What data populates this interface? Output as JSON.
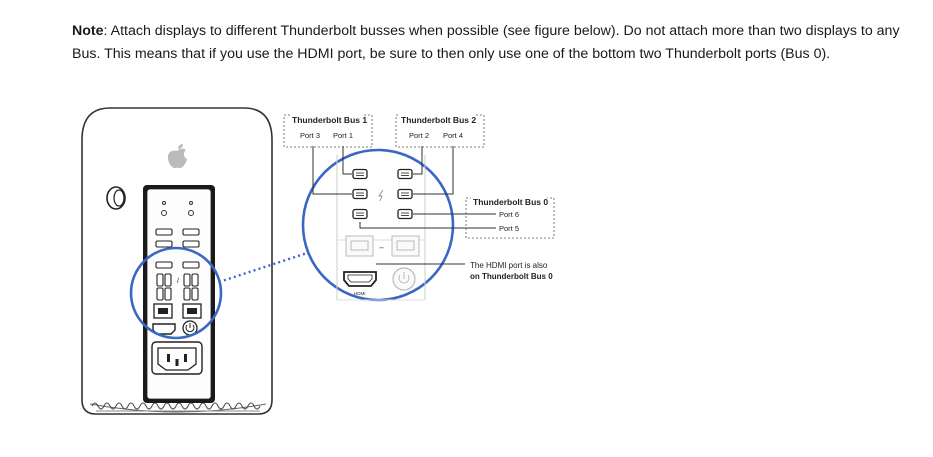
{
  "note": {
    "label": "Note",
    "text": ": Attach displays to different Thunderbolt busses when possible (see figure below). Do not attach more than two displays to any Bus. This means that if you use the HDMI port, be sure to then only use one of the bottom two Thunderbolt ports (Bus 0)."
  },
  "figure": {
    "bus1": {
      "title": "Thunderbolt Bus 1",
      "port_a": "Port 3",
      "port_b": "Port 1"
    },
    "bus2": {
      "title": "Thunderbolt Bus 2",
      "port_a": "Port 2",
      "port_b": "Port 4"
    },
    "bus0": {
      "title": "Thunderbolt Bus 0",
      "port_a": "Port 6",
      "port_b": "Port 5"
    },
    "hdmi_note_line1": "The HDMI port is also",
    "hdmi_note_line2": "on Thunderbolt Bus 0",
    "hdmi_port_label": "HDMI",
    "icons": [
      "apple-logo-icon",
      "power-icon",
      "thunderbolt-icon",
      "ethernet-icon",
      "audio-jack-icon",
      "usb-icon",
      "ac-power-icon"
    ],
    "colors": {
      "highlight": "#3a66c4",
      "line": "#333333",
      "dashed": "#555555"
    }
  }
}
